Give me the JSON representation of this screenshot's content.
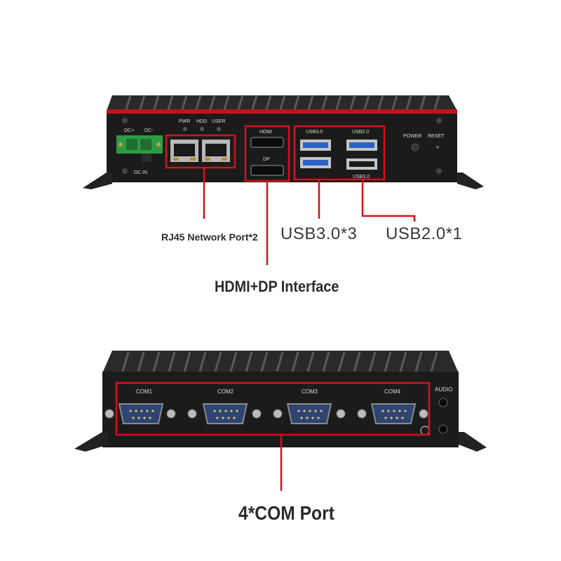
{
  "top_panel": {
    "power_labels": {
      "dc_plus": "DC+",
      "dc_minus": "DC-",
      "dc_in": "DC IN"
    },
    "led_labels": [
      "PWR",
      "HDD",
      "USER"
    ],
    "video_labels": {
      "hdmi": "HDMI",
      "dp": "DP"
    },
    "usb_labels": {
      "usb30_top": "USB3.0",
      "usb20_top": "USB2.0",
      "usb30_bottom": "USB3.0"
    },
    "button_labels": {
      "power": "POWER",
      "reset": "RESET"
    }
  },
  "bottom_panel": {
    "com_labels": [
      "COM1",
      "COM2",
      "COM3",
      "COM4"
    ],
    "audio_label": "AUDIO"
  },
  "callouts": {
    "rj45": "RJ45 Network Port*2",
    "usb30": "USB3.0*3",
    "usb20": "USB2.0*1",
    "hdmi_dp": "HDMI+DP Interface",
    "com": "4*COM Port"
  },
  "colors": {
    "highlight": "#d6101a",
    "chassis": "#1b1b1b",
    "red_trim": "#c0141c",
    "terminal_green": "#2f9a45",
    "usb30_blue": "#2a63c8"
  }
}
